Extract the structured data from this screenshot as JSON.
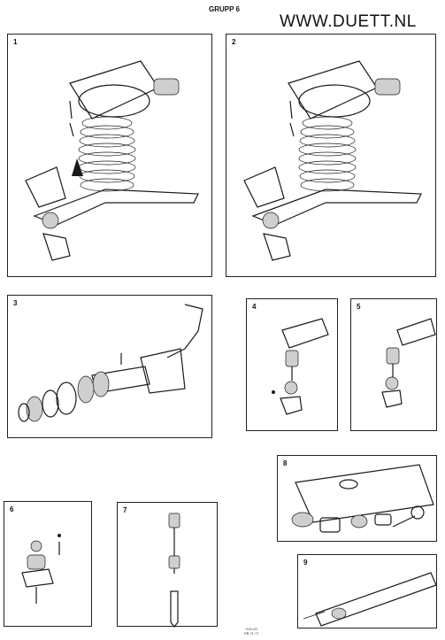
{
  "header": {
    "group_label": "GRUPP 6",
    "site": "WWW.DUETT.NL"
  },
  "panels": [
    {
      "number": "1",
      "subject": "front-suspension-assembly"
    },
    {
      "number": "2",
      "subject": "front-suspension-assembly"
    },
    {
      "number": "3",
      "subject": "wheel-bearing-hub"
    },
    {
      "number": "4",
      "subject": "upper-ball-joint"
    },
    {
      "number": "5",
      "subject": "upper-ball-joint"
    },
    {
      "number": "6",
      "subject": "lower-ball-joint"
    },
    {
      "number": "7",
      "subject": "steering-rod"
    },
    {
      "number": "8",
      "subject": "gasket-kit-bag"
    },
    {
      "number": "9",
      "subject": "steering-shaft"
    }
  ],
  "footer": {
    "line1": "VOLVO",
    "line2": "PB 71 77"
  }
}
